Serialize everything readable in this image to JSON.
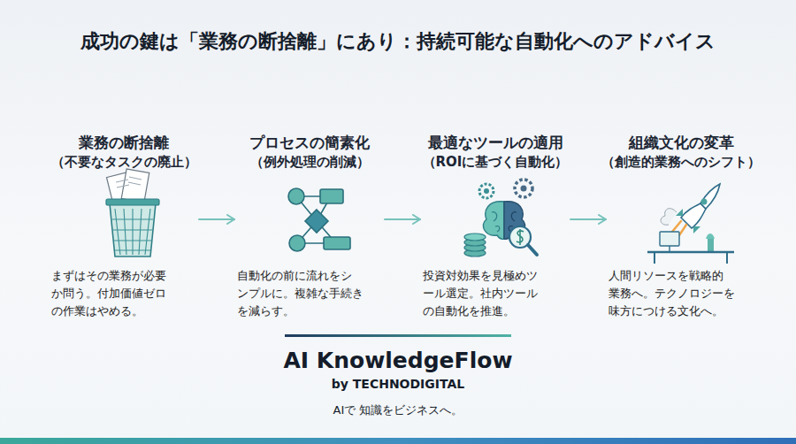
{
  "diagram": {
    "title": "成功の鍵は「業務の断捨離」にあり：持続可能な自動化へのアドバイス",
    "nodes": [
      {
        "text": [
          "業務の断捨離",
          "（不要なタスクの廃止）",
          "まずはその業務が必要 か問う。付加価値ゼロ の作業はやめる。"
        ]
      },
      {
        "text": [
          "プロセスの簡素化",
          "（例外処理の削減）",
          "自動化の前に流れをシ ンプルに。複雑な手続き を減らす。"
        ]
      },
      {
        "text": [
          "最適なツールの適用",
          "（ROIに基づく自動化）",
          "投資対効果を見極めツ ール選定。社内ツール の自動化を推進。"
        ]
      },
      {
        "text": [
          "組織文化の変革",
          "（創造的業務へのシフト）",
          "人間リソースを戦略的 業務へ。テクノロジーを 味方につける文化へ。"
        ]
      }
    ],
    "edges": [
      {
        "from": 0,
        "to": 1,
        "arrow": "to"
      },
      {
        "from": 1,
        "to": 2,
        "arrow": "to"
      },
      {
        "from": 2,
        "to": 3,
        "arrow": "to"
      }
    ],
    "labels": [
      "AI KnowledgeFlow",
      "by TECHNODIGITAL",
      "AIで 知識をビジネスへ。"
    ]
  }
}
